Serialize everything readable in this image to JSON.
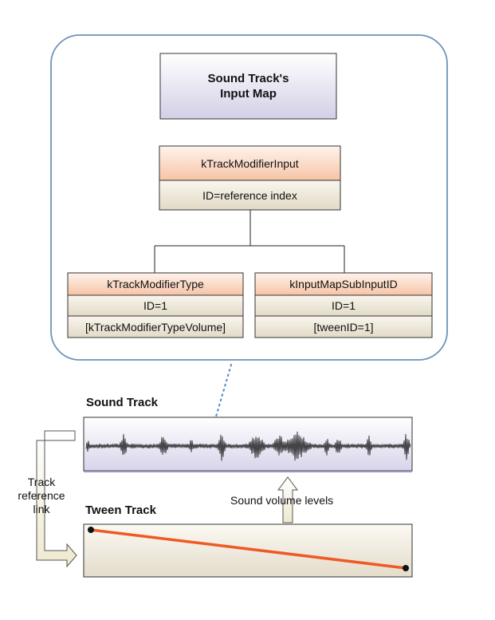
{
  "input_map": {
    "title_line1": "Sound Track's",
    "title_line2": "Input Map",
    "modifier_input": {
      "header": "kTrackModifierInput",
      "row": "ID=reference index"
    },
    "modifier_type": {
      "header": "kTrackModifierType",
      "row1": "ID=1",
      "row2": "[kTrackModifierTypeVolume]"
    },
    "sub_input": {
      "header": "kInputMapSubInputID",
      "row1": "ID=1",
      "row2": "[tweenID=1]"
    }
  },
  "sound_track": {
    "label": "Sound Track"
  },
  "tween_track": {
    "label": "Tween Track"
  },
  "annotations": {
    "track_ref_line1": "Track",
    "track_ref_line2": "reference",
    "track_ref_line3": "link",
    "volume_levels": "Sound volume levels"
  },
  "colors": {
    "container_border": "#6f93b8",
    "title_fill_top": "#ffffff",
    "title_fill_bottom": "#d3cfe6",
    "header_fill_top": "#fff1e8",
    "header_fill_bottom": "#f6c6a9",
    "row_fill_top": "#f7f3ea",
    "row_fill_bottom": "#e4dcc8",
    "tween_line": "#ee5a24",
    "dotted_link": "#5e8fc0"
  }
}
